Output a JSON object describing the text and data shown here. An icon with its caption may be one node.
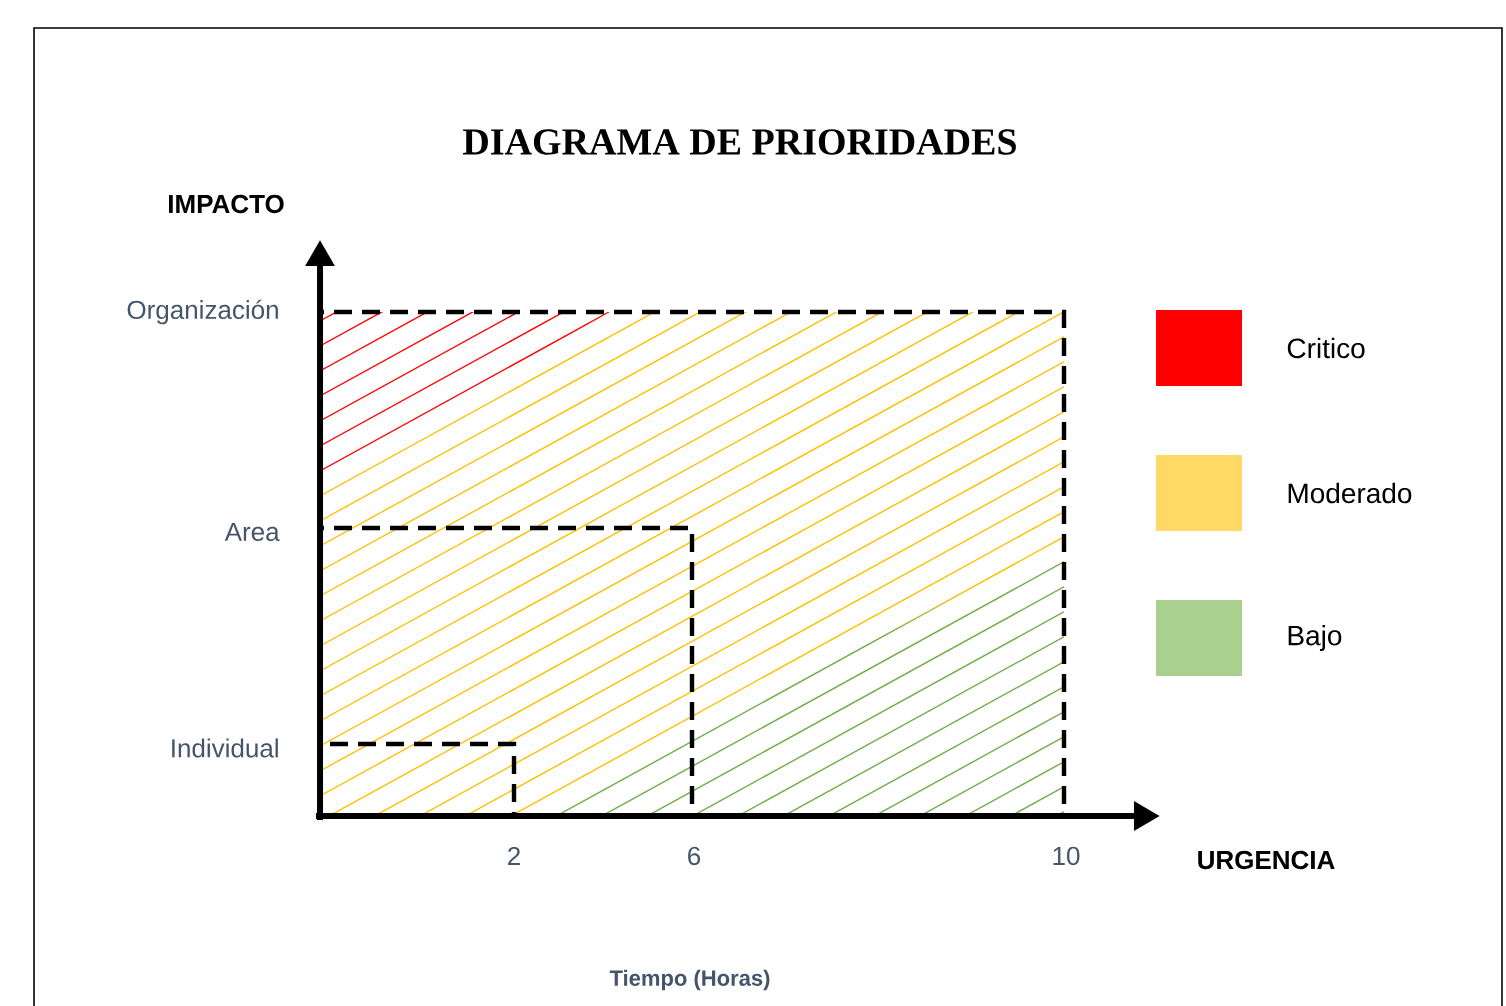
{
  "diagram": {
    "title": "DIAGRAMA DE PRIORIDADES",
    "labels": [
      "IMPACTO",
      "Organización",
      "Area",
      "Individual",
      "2",
      "6",
      "10",
      "URGENCIA",
      "Tiempo (Horas)"
    ],
    "legend": [
      {
        "text": "Critico",
        "color": "#ff0000"
      },
      {
        "text": "Moderado",
        "color": "#ffd966"
      },
      {
        "text": "Bajo",
        "color": "#a9d08e"
      }
    ]
  }
}
